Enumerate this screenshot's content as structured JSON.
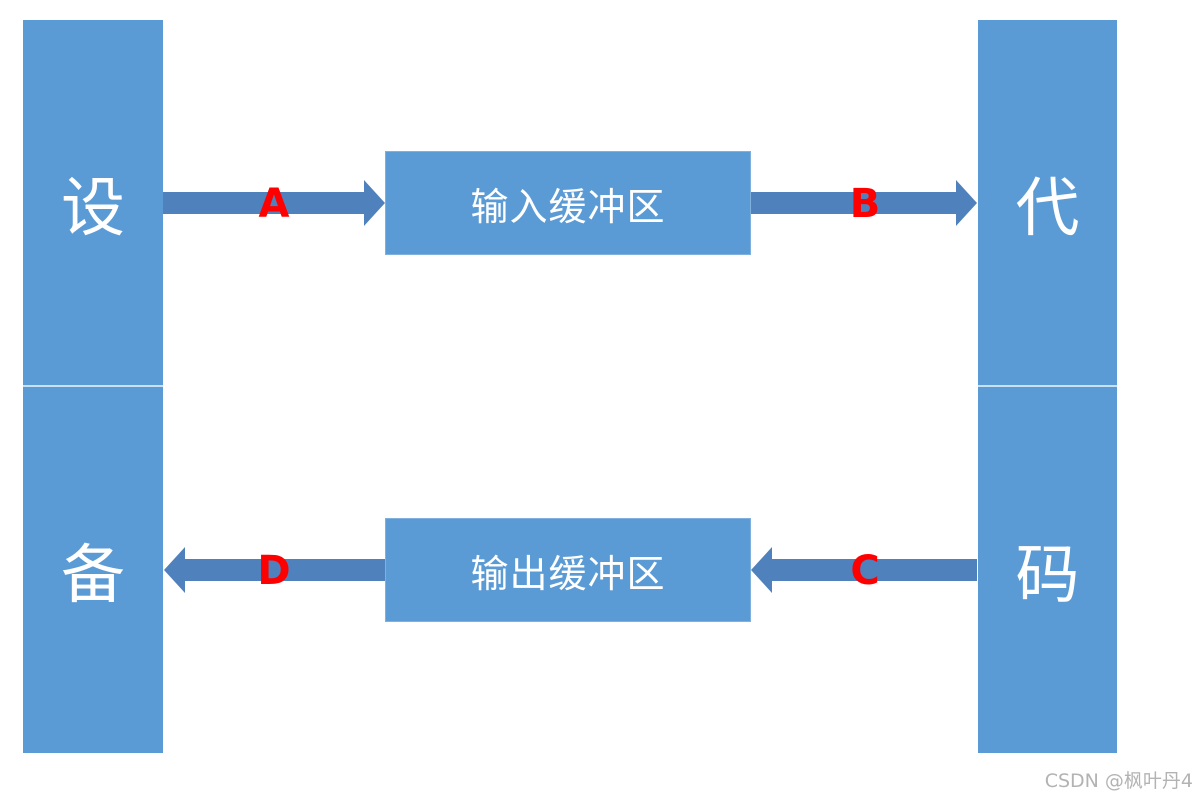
{
  "device_column": {
    "top_char": "设",
    "bottom_char": "备"
  },
  "code_column": {
    "top_char": "代",
    "bottom_char": "码"
  },
  "input_buffer": {
    "label": "输入缓冲区"
  },
  "output_buffer": {
    "label": "输出缓冲区"
  },
  "arrows": {
    "a": {
      "label": "A"
    },
    "b": {
      "label": "B"
    },
    "c": {
      "label": "C"
    },
    "d": {
      "label": "D"
    }
  },
  "watermark": "CSDN @枫叶丹4",
  "colors": {
    "block": "#5b9bd5",
    "arrow": "#4f81bd",
    "label": "#ff0000"
  }
}
